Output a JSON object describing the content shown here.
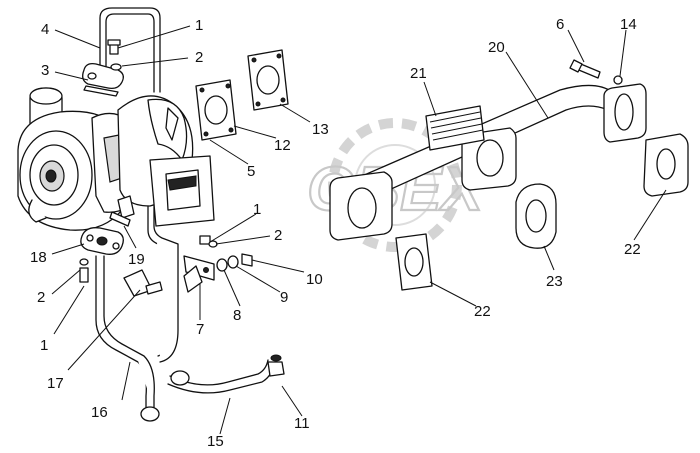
{
  "watermark": "OBEX",
  "callouts": [
    {
      "id": "c1a",
      "text": "1"
    },
    {
      "id": "c2a",
      "text": "2"
    },
    {
      "id": "c4",
      "text": "4"
    },
    {
      "id": "c3",
      "text": "3"
    },
    {
      "id": "c6",
      "text": "6"
    },
    {
      "id": "c14",
      "text": "14"
    },
    {
      "id": "c20",
      "text": "20"
    },
    {
      "id": "c21",
      "text": "21"
    },
    {
      "id": "c13",
      "text": "13"
    },
    {
      "id": "c12",
      "text": "12"
    },
    {
      "id": "c5",
      "text": "5"
    },
    {
      "id": "c1b",
      "text": "1"
    },
    {
      "id": "c2b",
      "text": "2"
    },
    {
      "id": "c10",
      "text": "10"
    },
    {
      "id": "c9",
      "text": "9"
    },
    {
      "id": "c8",
      "text": "8"
    },
    {
      "id": "c7",
      "text": "7"
    },
    {
      "id": "c18",
      "text": "18"
    },
    {
      "id": "c19",
      "text": "19"
    },
    {
      "id": "c2c",
      "text": "2"
    },
    {
      "id": "c1c",
      "text": "1"
    },
    {
      "id": "c17",
      "text": "17"
    },
    {
      "id": "c16",
      "text": "16"
    },
    {
      "id": "c15",
      "text": "15"
    },
    {
      "id": "c11",
      "text": "11"
    },
    {
      "id": "c22a",
      "text": "22"
    },
    {
      "id": "c23",
      "text": "23"
    },
    {
      "id": "c22b",
      "text": "22"
    }
  ]
}
